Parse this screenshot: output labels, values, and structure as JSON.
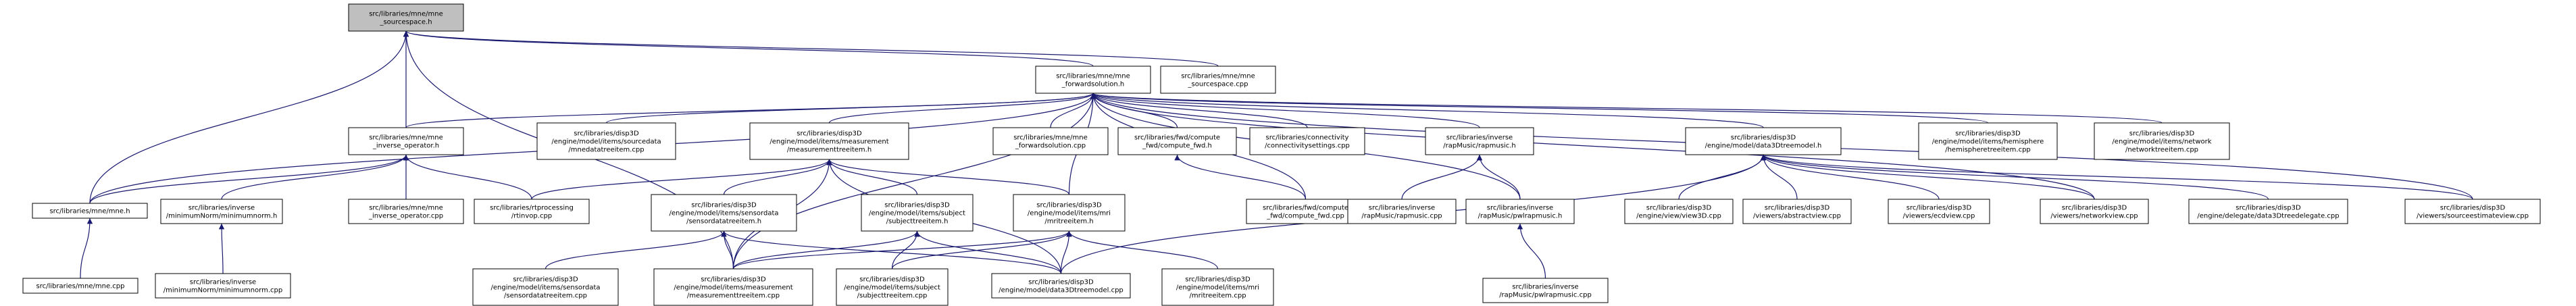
{
  "colors": {
    "edge": "#191970",
    "root_fill": "#bfbfbf",
    "node_fill": "#ffffff",
    "border": "#000000"
  },
  "nodes": [
    {
      "id": "n0",
      "lines": [
        "src/libraries/mne/mne",
        "_sourcespace.h"
      ]
    },
    {
      "id": "n1",
      "lines": [
        "src/libraries/mne/mne",
        "_forwardsolution.h"
      ]
    },
    {
      "id": "n2",
      "lines": [
        "src/libraries/mne/mne",
        "_sourcespace.cpp"
      ]
    },
    {
      "id": "n3",
      "lines": [
        "src/libraries/mne/mne",
        "_inverse_operator.h"
      ]
    },
    {
      "id": "n4",
      "lines": [
        "src/libraries/disp3D",
        "/engine/model/items/sourcedata",
        "/mnedatatreeitem.cpp"
      ]
    },
    {
      "id": "n5",
      "lines": [
        "src/libraries/disp3D",
        "/engine/model/items/measurement",
        "/measurementtreeitem.h"
      ]
    },
    {
      "id": "n6",
      "lines": [
        "src/libraries/mne/mne",
        "_forwardsolution.cpp"
      ]
    },
    {
      "id": "n7",
      "lines": [
        "src/libraries/fwd/compute",
        "_fwd/compute_fwd.h"
      ]
    },
    {
      "id": "n8",
      "lines": [
        "src/libraries/connectivity",
        "/connectivitysettings.cpp"
      ]
    },
    {
      "id": "n9",
      "lines": [
        "src/libraries/inverse",
        "/rapMusic/rapmusic.h"
      ]
    },
    {
      "id": "n10",
      "lines": [
        "src/libraries/disp3D",
        "/engine/model/data3Dtreemodel.h"
      ]
    },
    {
      "id": "n11",
      "lines": [
        "src/libraries/disp3D",
        "/engine/model/items/hemisphere",
        "/hemispheretreeitem.cpp"
      ]
    },
    {
      "id": "n12",
      "lines": [
        "src/libraries/disp3D",
        "/engine/model/items/network",
        "/networktreeitem.cpp"
      ]
    },
    {
      "id": "n13",
      "lines": [
        "src/libraries/mne/mne.h"
      ]
    },
    {
      "id": "n14",
      "lines": [
        "src/libraries/inverse",
        "/minimumNorm/minimumnorm.h"
      ]
    },
    {
      "id": "n15",
      "lines": [
        "src/libraries/mne/mne",
        "_inverse_operator.cpp"
      ]
    },
    {
      "id": "n16",
      "lines": [
        "src/libraries/rtprocessing",
        "/rtinvop.cpp"
      ]
    },
    {
      "id": "n17",
      "lines": [
        "src/libraries/disp3D",
        "/engine/model/items/sensordata",
        "/sensordatatreeitem.h"
      ]
    },
    {
      "id": "n18",
      "lines": [
        "src/libraries/disp3D",
        "/engine/model/items/subject",
        "/subjecttreeitem.h"
      ]
    },
    {
      "id": "n19",
      "lines": [
        "src/libraries/disp3D",
        "/engine/model/items/mri",
        "/mritreeitem.h"
      ]
    },
    {
      "id": "n20",
      "lines": [
        "src/libraries/fwd/compute",
        "_fwd/compute_fwd.cpp"
      ]
    },
    {
      "id": "n21",
      "lines": [
        "src/libraries/inverse",
        "/rapMusic/rapmusic.cpp"
      ]
    },
    {
      "id": "n22",
      "lines": [
        "src/libraries/inverse",
        "/rapMusic/pwlrapmusic.h"
      ]
    },
    {
      "id": "n23",
      "lines": [
        "src/libraries/disp3D",
        "/engine/view/view3D.cpp"
      ]
    },
    {
      "id": "n24",
      "lines": [
        "src/libraries/disp3D",
        "/viewers/abstractview.cpp"
      ]
    },
    {
      "id": "n25",
      "lines": [
        "src/libraries/disp3D",
        "/viewers/ecdview.cpp"
      ]
    },
    {
      "id": "n26",
      "lines": [
        "src/libraries/disp3D",
        "/viewers/networkview.cpp"
      ]
    },
    {
      "id": "n27",
      "lines": [
        "src/libraries/disp3D",
        "/engine/delegate/data3Dtreedelegate.cpp"
      ]
    },
    {
      "id": "n28",
      "lines": [
        "src/libraries/disp3D",
        "/viewers/sourceestimateview.cpp"
      ]
    },
    {
      "id": "n29",
      "lines": [
        "src/libraries/mne/mne.cpp"
      ]
    },
    {
      "id": "n30",
      "lines": [
        "src/libraries/inverse",
        "/minimumNorm/minimumnorm.cpp"
      ]
    },
    {
      "id": "n31",
      "lines": [
        "src/libraries/disp3D",
        "/engine/model/items/sensordata",
        "/sensordatatreeitem.cpp"
      ]
    },
    {
      "id": "n32",
      "lines": [
        "src/libraries/disp3D",
        "/engine/model/items/measurement",
        "/measurementtreeitem.cpp"
      ]
    },
    {
      "id": "n33",
      "lines": [
        "src/libraries/disp3D",
        "/engine/model/items/subject",
        "/subjecttreeitem.cpp"
      ]
    },
    {
      "id": "n34",
      "lines": [
        "src/libraries/disp3D",
        "/engine/model/data3Dtreemodel.cpp"
      ]
    },
    {
      "id": "n35",
      "lines": [
        "src/libraries/disp3D",
        "/engine/model/items/mri",
        "/mritreeitem.cpp"
      ]
    },
    {
      "id": "n36",
      "lines": [
        "src/libraries/inverse",
        "/rapMusic/pwlrapmusic.cpp"
      ]
    }
  ],
  "edges": [
    [
      "n0",
      "n1"
    ],
    [
      "n0",
      "n2"
    ],
    [
      "n0",
      "n3"
    ],
    [
      "n0",
      "n13"
    ],
    [
      "n0",
      "n32"
    ],
    [
      "n1",
      "n3"
    ],
    [
      "n1",
      "n4"
    ],
    [
      "n1",
      "n5"
    ],
    [
      "n1",
      "n6"
    ],
    [
      "n1",
      "n7"
    ],
    [
      "n1",
      "n8"
    ],
    [
      "n1",
      "n9"
    ],
    [
      "n1",
      "n10"
    ],
    [
      "n1",
      "n11"
    ],
    [
      "n1",
      "n12"
    ],
    [
      "n1",
      "n13"
    ],
    [
      "n1",
      "n19"
    ],
    [
      "n1",
      "n20"
    ],
    [
      "n1",
      "n22"
    ],
    [
      "n1",
      "n26"
    ],
    [
      "n1",
      "n28"
    ],
    [
      "n1",
      "n32"
    ],
    [
      "n3",
      "n13"
    ],
    [
      "n3",
      "n14"
    ],
    [
      "n3",
      "n15"
    ],
    [
      "n3",
      "n16"
    ],
    [
      "n5",
      "n16"
    ],
    [
      "n5",
      "n17"
    ],
    [
      "n5",
      "n18"
    ],
    [
      "n5",
      "n19"
    ],
    [
      "n5",
      "n32"
    ],
    [
      "n5",
      "n34"
    ],
    [
      "n7",
      "n20"
    ],
    [
      "n9",
      "n21"
    ],
    [
      "n9",
      "n22"
    ],
    [
      "n10",
      "n23"
    ],
    [
      "n10",
      "n24"
    ],
    [
      "n10",
      "n25"
    ],
    [
      "n10",
      "n26"
    ],
    [
      "n10",
      "n27"
    ],
    [
      "n10",
      "n28"
    ],
    [
      "n10",
      "n34"
    ],
    [
      "n13",
      "n29"
    ],
    [
      "n14",
      "n30"
    ],
    [
      "n17",
      "n31"
    ],
    [
      "n17",
      "n32"
    ],
    [
      "n17",
      "n34"
    ],
    [
      "n18",
      "n32"
    ],
    [
      "n18",
      "n33"
    ],
    [
      "n18",
      "n34"
    ],
    [
      "n19",
      "n32"
    ],
    [
      "n19",
      "n33"
    ],
    [
      "n19",
      "n34"
    ],
    [
      "n19",
      "n35"
    ],
    [
      "n22",
      "n36"
    ]
  ]
}
